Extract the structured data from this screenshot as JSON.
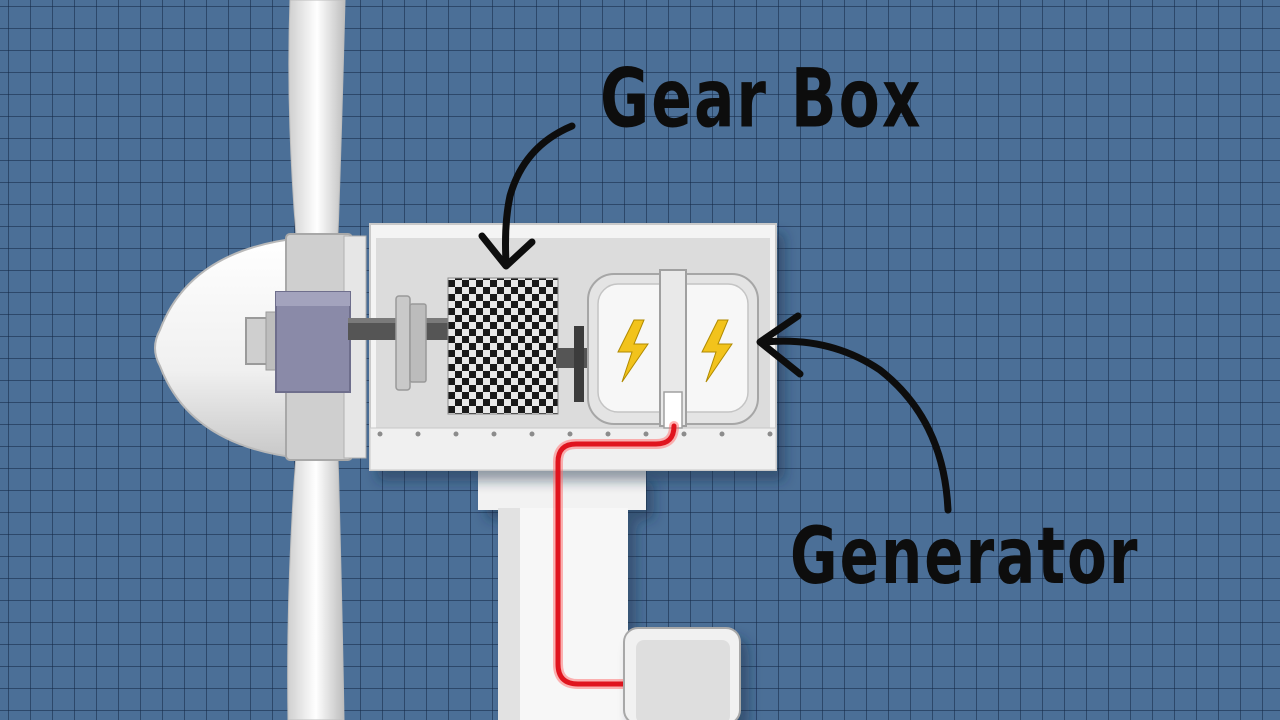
{
  "labels": {
    "gearbox": "Gear Box",
    "generator": "Generator"
  },
  "colors": {
    "background": "#4b6f97",
    "grid_line": "#2c4768",
    "nacelle": "#ececec",
    "nacelle_inner": "#d9d9d9",
    "hub": "#8a8aa8",
    "shaft": "#555555",
    "cable": "#e0141e",
    "bolt": "#f2c31c",
    "arrow": "#0d0d0d"
  },
  "icons": {
    "generator_symbol": "lightning-bolt-icon",
    "gearbox_texture": "checker-pattern"
  }
}
